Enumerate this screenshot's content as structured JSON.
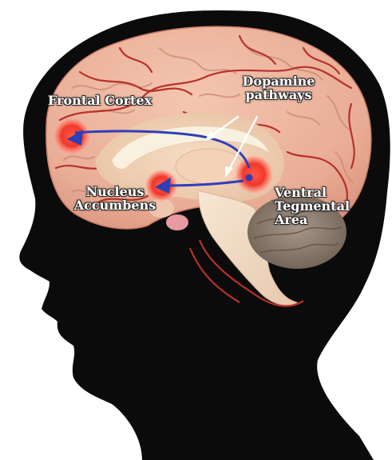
{
  "labels": {
    "frontal_cortex": "Frontal Cortex",
    "dopamine_pathways": [
      "Dopamine",
      "pathways"
    ],
    "nucleus_accumbens": [
      "Nucleus",
      "Accumbens"
    ],
    "ventral_tegmental_area": [
      "Ventral",
      "Tegmental",
      "Area"
    ]
  },
  "colors": {
    "background": "#ffffff",
    "head_silhouette": "#0b0b0b",
    "cortex": "#eab09a",
    "blood_vessels": "#b8312a",
    "interior": "#f1d3b6",
    "corpus_callosum": "#faf0df",
    "cerebellum": "#8f7f6e",
    "region_marker": "#e8302a",
    "pathway_line": "#2f3fb8",
    "label_text": "#ffffff",
    "annotation_arrow": "#ffffff"
  },
  "icons": {
    "region_marker": "red-glow-circle",
    "pathway_end": "blue-triangle"
  }
}
